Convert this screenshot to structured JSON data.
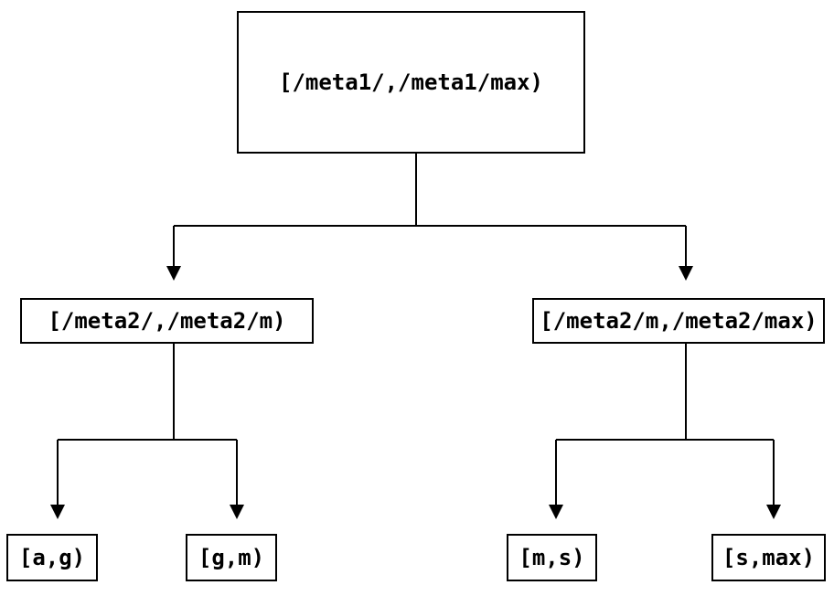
{
  "diagram": {
    "type": "tree",
    "nodes": {
      "root": {
        "label": "[/meta1/,/meta1/max)"
      },
      "left": {
        "label": "[/meta2/,/meta2/m)"
      },
      "right": {
        "label": "[/meta2/m,/meta2/max)"
      },
      "ag": {
        "label": "[a,g)"
      },
      "gm": {
        "label": "[g,m)"
      },
      "ms": {
        "label": "[m,s)"
      },
      "smax": {
        "label": "[s,max)"
      }
    },
    "edges": [
      {
        "from": "root",
        "to": "left"
      },
      {
        "from": "root",
        "to": "right"
      },
      {
        "from": "left",
        "to": "ag"
      },
      {
        "from": "left",
        "to": "gm"
      },
      {
        "from": "right",
        "to": "ms"
      },
      {
        "from": "right",
        "to": "smax"
      }
    ],
    "colors": {
      "background": "#ffffff",
      "line": "#000000",
      "text": "#000000",
      "node_fill": "#ffffff"
    }
  }
}
